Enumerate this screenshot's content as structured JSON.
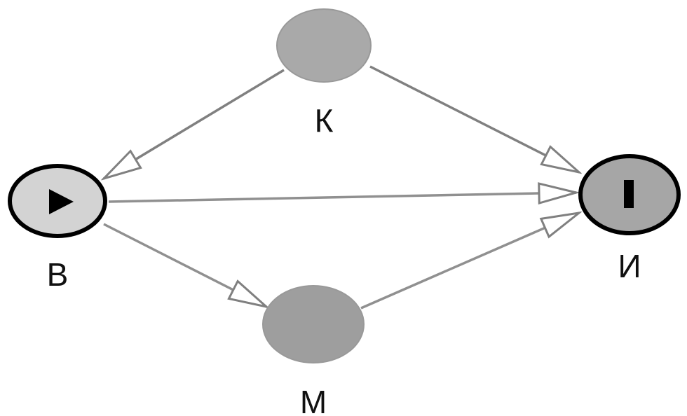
{
  "nodes": {
    "k": {
      "label": "К",
      "fill": "#a9a9a9",
      "type": "plain"
    },
    "b": {
      "label": "В",
      "fill": "#d3d3d3",
      "type": "start",
      "icon": "play-icon"
    },
    "i": {
      "label": "И",
      "fill": "#a6a6a6",
      "type": "end",
      "icon": "bar-icon"
    },
    "m": {
      "label": "М",
      "fill": "#9e9e9e",
      "type": "plain"
    }
  },
  "edges": [
    {
      "from": "К",
      "to": "В"
    },
    {
      "from": "К",
      "to": "И"
    },
    {
      "from": "В",
      "to": "И"
    },
    {
      "from": "В",
      "to": "М"
    },
    {
      "from": "М",
      "to": "И"
    }
  ],
  "colors": {
    "edge": "#808080",
    "outline": "#000000"
  }
}
